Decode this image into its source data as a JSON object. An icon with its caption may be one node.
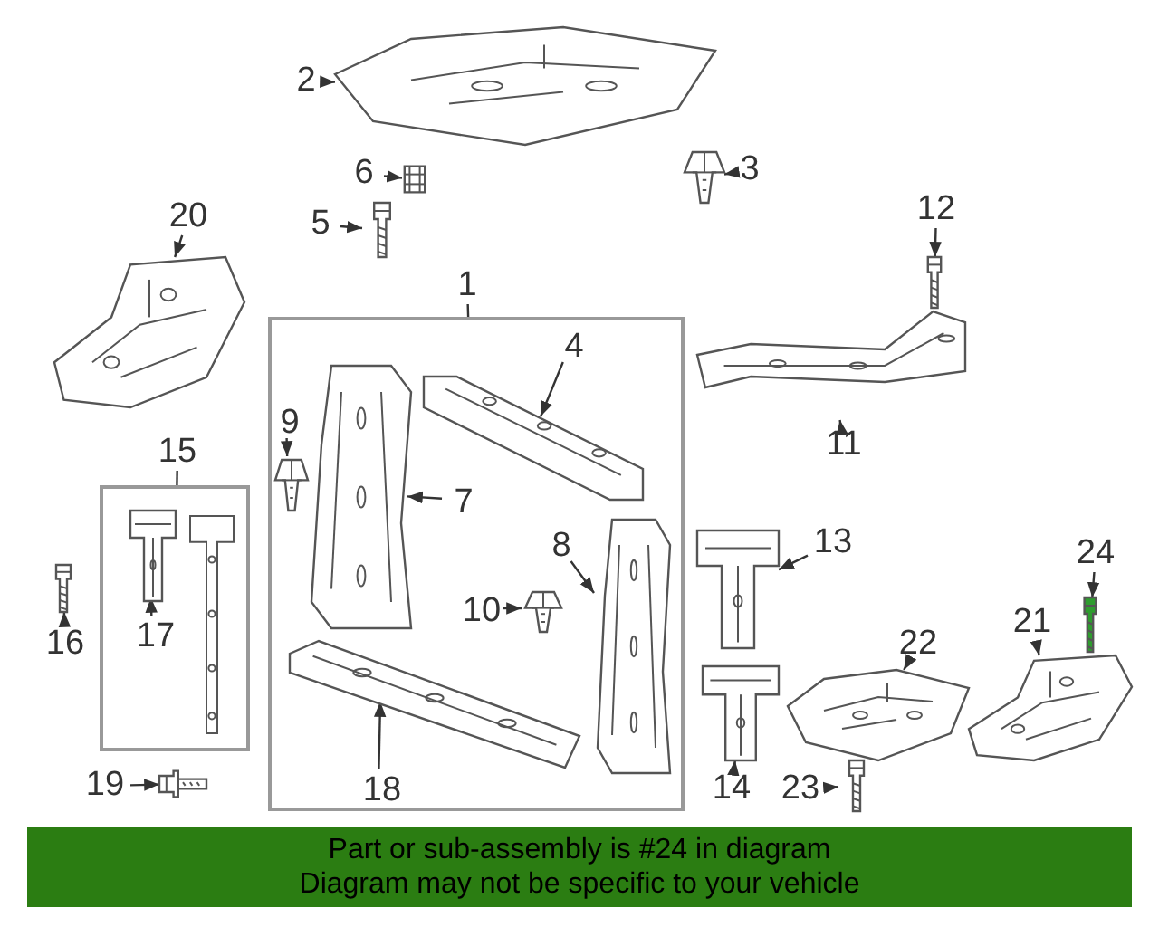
{
  "diagram": {
    "nodes": [
      {
        "text": [
          "2"
        ]
      },
      {
        "text": [],
        "shape": "picture"
      },
      {
        "text": [
          "3"
        ]
      },
      {
        "text": [],
        "shape": "picture"
      },
      {
        "text": [
          "6"
        ]
      },
      {
        "text": [],
        "shape": "picture"
      },
      {
        "text": [
          "5"
        ]
      },
      {
        "text": [],
        "shape": "picture"
      },
      {
        "text": [
          "20"
        ]
      },
      {
        "text": [],
        "shape": "picture"
      },
      {
        "text": [
          "12"
        ]
      },
      {
        "text": [],
        "shape": "picture"
      },
      {
        "text": [
          "1"
        ]
      },
      {
        "text": [],
        "shape": "box"
      },
      {
        "text": [
          "4"
        ],
        "in": 13
      },
      {
        "text": [],
        "shape": "picture",
        "in": 13
      },
      {
        "text": [
          "9"
        ],
        "in": 13
      },
      {
        "text": [],
        "shape": "picture",
        "in": 13
      },
      {
        "text": [
          "7"
        ],
        "in": 13
      },
      {
        "text": [],
        "shape": "picture",
        "in": 13
      },
      {
        "text": [
          "11"
        ]
      },
      {
        "text": [],
        "shape": "picture"
      },
      {
        "text": [
          "15"
        ]
      },
      {
        "text": [],
        "shape": "box"
      },
      {
        "text": [
          "8"
        ],
        "in": 13
      },
      {
        "text": [],
        "shape": "picture",
        "in": 13
      },
      {
        "text": [
          "13"
        ]
      },
      {
        "text": [],
        "shape": "picture"
      },
      {
        "text": [
          "24"
        ]
      },
      {
        "text": [],
        "shape": "picture"
      },
      {
        "text": [
          "10"
        ],
        "in": 13
      },
      {
        "text": [],
        "shape": "picture",
        "in": 13
      },
      {
        "text": [
          "21"
        ]
      },
      {
        "text": [],
        "shape": "picture"
      },
      {
        "text": [
          "22"
        ]
      },
      {
        "text": [],
        "shape": "picture"
      },
      {
        "text": [
          "17"
        ],
        "in": 23
      },
      {
        "text": [],
        "shape": "picture",
        "in": 23
      },
      {
        "text": [
          "16"
        ]
      },
      {
        "text": [],
        "shape": "picture"
      },
      {
        "text": [
          "14"
        ]
      },
      {
        "text": [],
        "shape": "picture"
      },
      {
        "text": [
          "18"
        ],
        "in": 13
      },
      {
        "text": [],
        "shape": "picture",
        "in": 13
      },
      {
        "text": [
          "23"
        ]
      },
      {
        "text": [],
        "shape": "picture"
      },
      {
        "text": [
          "19"
        ]
      },
      {
        "text": [],
        "shape": "picture"
      },
      {
        "text": [
          "Part or sub-assembly is #24 in diagram",
          "Diagram may not be specific to your vehicle"
        ]
      }
    ],
    "edges": [
      {
        "from": 0,
        "to": 1,
        "arrow": "to"
      },
      {
        "from": 2,
        "to": 3,
        "arrow": "to"
      },
      {
        "from": 4,
        "to": 5,
        "arrow": "to"
      },
      {
        "from": 6,
        "to": 7,
        "arrow": "to"
      },
      {
        "from": 8,
        "to": 9,
        "arrow": "to"
      },
      {
        "from": 10,
        "to": 11,
        "arrow": "to"
      },
      {
        "from": 12,
        "to": 13,
        "arrow": "none"
      },
      {
        "from": 14,
        "to": 15,
        "arrow": "to"
      },
      {
        "from": 16,
        "to": 17,
        "arrow": "to"
      },
      {
        "from": 18,
        "to": 19,
        "arrow": "to"
      },
      {
        "from": 20,
        "to": 21,
        "arrow": "to"
      },
      {
        "from": 22,
        "to": 23,
        "arrow": "none"
      },
      {
        "from": 24,
        "to": 25,
        "arrow": "to"
      },
      {
        "from": 26,
        "to": 27,
        "arrow": "to"
      },
      {
        "from": 28,
        "to": 29,
        "arrow": "to"
      },
      {
        "from": 30,
        "to": 31,
        "arrow": "to"
      },
      {
        "from": 32,
        "to": 33,
        "arrow": "to"
      },
      {
        "from": 34,
        "to": 35,
        "arrow": "to"
      },
      {
        "from": 36,
        "to": 37,
        "arrow": "to"
      },
      {
        "from": 38,
        "to": 39,
        "arrow": "to"
      },
      {
        "from": 40,
        "to": 41,
        "arrow": "to"
      },
      {
        "from": 42,
        "to": 43,
        "arrow": "to"
      },
      {
        "from": 44,
        "to": 45,
        "arrow": "to"
      },
      {
        "from": 46,
        "to": 47,
        "arrow": "to"
      }
    ]
  }
}
